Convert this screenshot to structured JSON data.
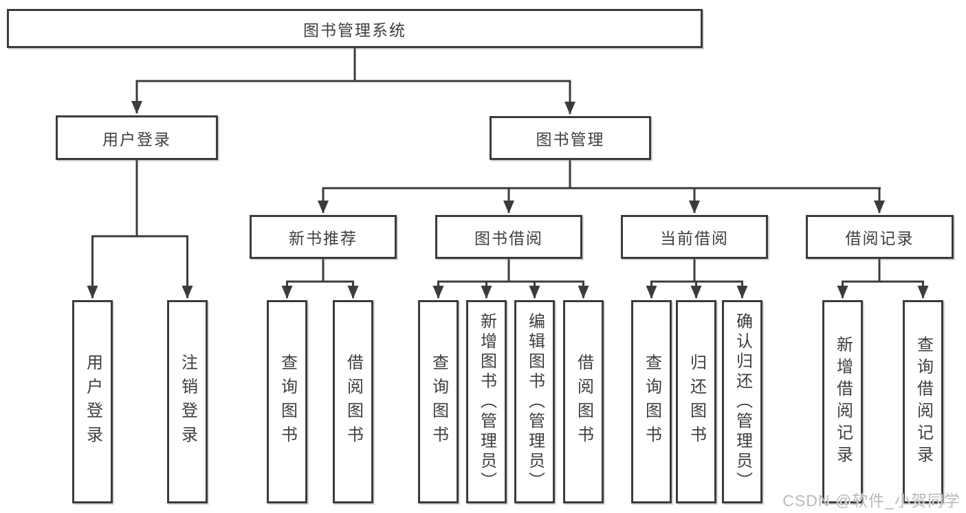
{
  "diagram": {
    "type": "hierarchy-tree",
    "watermark": "CSDN @软件_小贺同学",
    "colors": {
      "line": "#3b3b3b",
      "box_border": "#3b3b3b",
      "text": "#3e3e3e",
      "background": "#ffffff",
      "watermark": "#b9b9b9"
    },
    "tree": {
      "label": "图书管理系统",
      "children": [
        {
          "label": "用户登录",
          "children": [
            {
              "label": "用户登录"
            },
            {
              "label": "注销登录"
            }
          ]
        },
        {
          "label": "图书管理",
          "children": [
            {
              "label": "新书推荐",
              "children": [
                {
                  "label": "查询图书"
                },
                {
                  "label": "借阅图书"
                }
              ]
            },
            {
              "label": "图书借阅",
              "children": [
                {
                  "label": "查询图书"
                },
                {
                  "label": "新增图书（管理员）"
                },
                {
                  "label": "编辑图书（管理员）"
                },
                {
                  "label": "借阅图书"
                }
              ]
            },
            {
              "label": "当前借阅",
              "children": [
                {
                  "label": "查询图书"
                },
                {
                  "label": "归还图书"
                },
                {
                  "label": "确认归还（管理员）"
                }
              ]
            },
            {
              "label": "借阅记录",
              "children": [
                {
                  "label": "新增借阅记录"
                },
                {
                  "label": "查询借阅记录"
                }
              ]
            }
          ]
        }
      ]
    }
  }
}
